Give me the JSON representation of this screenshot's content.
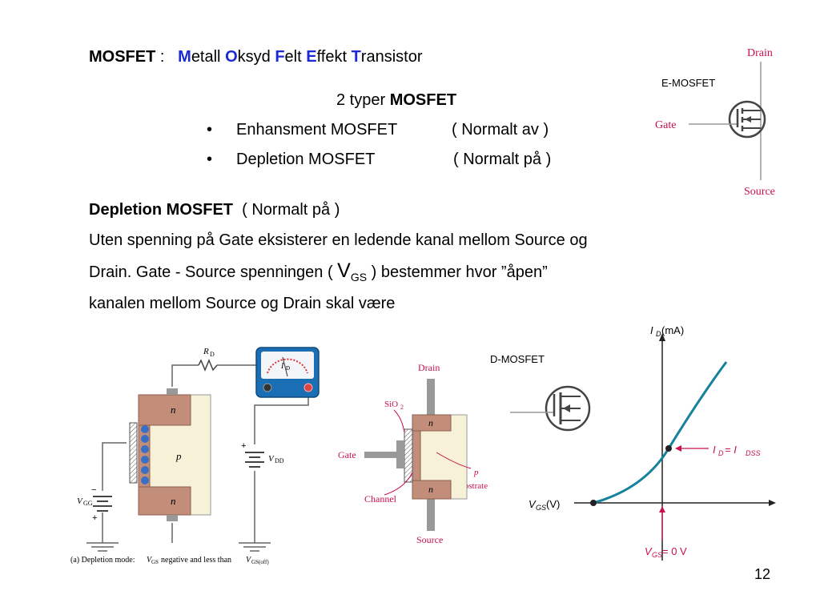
{
  "title": {
    "mosfet": "MOSFET",
    "colon": " :",
    "words": [
      {
        "first": "M",
        "rest": "etall"
      },
      {
        "first": "O",
        "rest": "ksyd"
      },
      {
        "first": "F",
        "rest": "elt"
      },
      {
        "first": "E",
        "rest": "ffekt"
      },
      {
        "first": "T",
        "rest": "ransistor"
      }
    ]
  },
  "types": {
    "prefix": "2 typer ",
    "bold": "MOSFET"
  },
  "bullets": [
    {
      "name": "Enhansment MOSFET",
      "note": "( Normalt av )"
    },
    {
      "name": "Depletion MOSFET",
      "note": "( Normalt på )"
    }
  ],
  "depletion": {
    "heading": "Depletion MOSFET",
    "heading_note": "( Normalt på )",
    "line1": "Uten spenning på Gate eksisterer en ledende kanal mellom Source og",
    "line2a": "Drain.   Gate - Source spenningen ( ",
    "v": "V",
    "sub": "GS",
    "line2b": " ) bestemmer hvor ”åpen”",
    "line3": "kanalen mellom Source og Drain skal være"
  },
  "emosfet": {
    "label": "E-MOSFET",
    "drain": "Drain",
    "gate": "Gate",
    "source": "Source"
  },
  "dmosfet": {
    "label": "D-MOSFET"
  },
  "circuit": {
    "rd": "R",
    "rd_sub": "D",
    "id": "I",
    "id_sub": "D",
    "vdd": "V",
    "vdd_sub": "DD",
    "vgg": "V",
    "vgg_sub": "GG",
    "n": "n",
    "p": "p",
    "caption": "(a) Depletion mode: V_GS negative and less than V_GS(off)",
    "caption_a": "(a) Depletion mode: ",
    "caption_v1": "V",
    "caption_s1": "GS",
    "caption_b": " negative and less than ",
    "caption_v2": "V",
    "caption_s2": "GS(off)"
  },
  "cross": {
    "drain": "Drain",
    "sio2": "SiO",
    "sio2_sub": "2",
    "gate": "Gate",
    "channel": "Channel",
    "source": "Source",
    "n": "n",
    "p": "p",
    "substrate": "substrate"
  },
  "curve": {
    "ylabel": "I",
    "ylabel_sub": "D",
    "ylabel_unit": " (mA)",
    "xlabel": "V",
    "xlabel_sub": "GS",
    "xlabel_unit": " (V)",
    "idss_a": "I",
    "idss_s1": "D",
    "idss_b": " = I",
    "idss_s2": "DSS",
    "vgs0_a": "V",
    "vgs0_s": "GS",
    "vgs0_b": " = 0 V"
  },
  "page_number": "12",
  "colors": {
    "accent": "#1a2bd6",
    "curve": "#16819a",
    "annotation": "#c8104f",
    "drain_label": "#c8104f"
  }
}
